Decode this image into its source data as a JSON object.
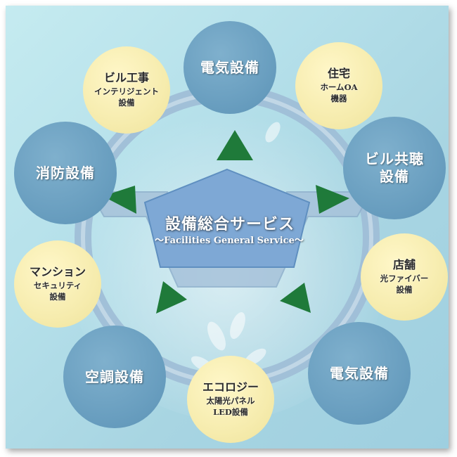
{
  "center": {
    "title": "設備総合サービス",
    "subtitle": "〜Facilities General Service〜"
  },
  "nodes": {
    "top": {
      "title": "電気設備"
    },
    "top_left": {
      "title": "ビル工事",
      "sub1": "インテリジェント",
      "sub2": "設備"
    },
    "top_right": {
      "title": "住宅",
      "sub1": "ホームOA",
      "sub2": "機器"
    },
    "left": {
      "title": "消防設備"
    },
    "right": {
      "line1": "ビル共聴",
      "line2": "設備"
    },
    "mid_left": {
      "title": "マンション",
      "sub1": "セキュリティ",
      "sub2": "設備"
    },
    "mid_right": {
      "title": "店舗",
      "sub1": "光ファイバー",
      "sub2": "設備"
    },
    "bottom_left": {
      "title": "空調設備"
    },
    "bottom": {
      "title": "エコロジー",
      "sub1": "太陽光パネル",
      "sub2": "LED設備"
    },
    "bottom_right": {
      "title": "電気設備"
    }
  },
  "colors": {
    "blue_circle": "#6a9fc0",
    "yellow_circle": "#f6ecae",
    "arrow": "#1f7a3a",
    "pentagon": "#7fa9d6",
    "ring": "#a9c4d9"
  }
}
